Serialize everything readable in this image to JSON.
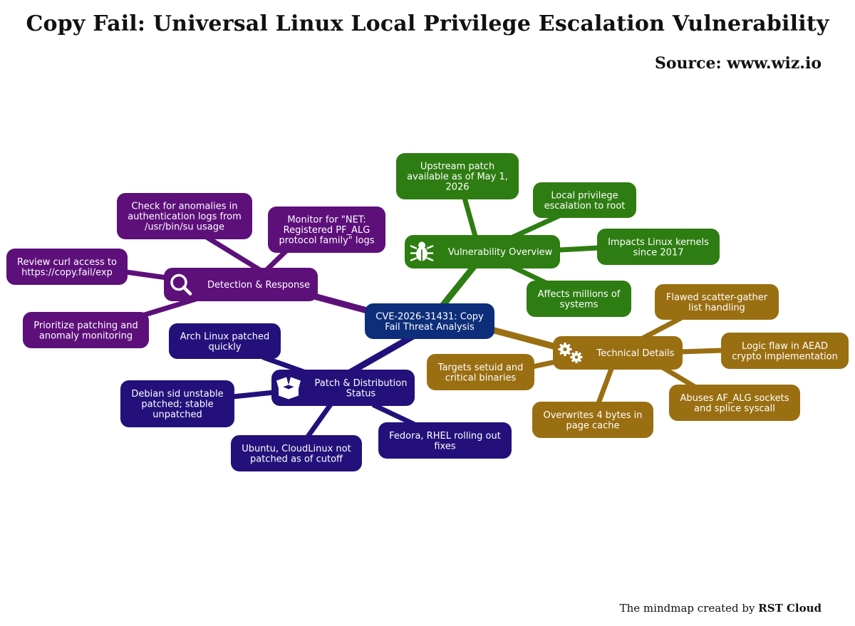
{
  "title": "Copy Fail: Universal Linux Local Privilege Escalation Vulnerability",
  "source": "Source: www.wiz.io",
  "credit": {
    "prefix": "The mindmap created by",
    "brand": "RST Cloud"
  },
  "colors": {
    "center": "#0d2e7a",
    "vulnerability": "#2e7d12",
    "technical": "#9a6f12",
    "patch": "#23107a",
    "detection": "#5d107a"
  },
  "mindmap": {
    "center": {
      "id": "center",
      "lines": [
        "CVE-2026-31431: Copy",
        "Fail Threat Analysis"
      ]
    },
    "branches": [
      {
        "id": "vulnerability",
        "icon": "bug-icon",
        "lines": [
          "Vulnerability Overview"
        ],
        "children": [
          {
            "id": "v1",
            "lines": [
              "Upstream patch",
              "available as of May 1,",
              "2026"
            ]
          },
          {
            "id": "v2",
            "lines": [
              "Local privilege",
              "escalation to root"
            ]
          },
          {
            "id": "v3",
            "lines": [
              "Impacts Linux kernels",
              "since 2017"
            ]
          },
          {
            "id": "v4",
            "lines": [
              "Affects millions of",
              "systems"
            ]
          }
        ]
      },
      {
        "id": "technical",
        "icon": "gears-icon",
        "lines": [
          "Technical Details"
        ],
        "children": [
          {
            "id": "t1",
            "lines": [
              "Flawed scatter-gather",
              "list handling"
            ]
          },
          {
            "id": "t2",
            "lines": [
              "Logic flaw in AEAD",
              "crypto implementation"
            ]
          },
          {
            "id": "t3",
            "lines": [
              "Abuses AF_ALG sockets",
              "and splice syscall"
            ]
          },
          {
            "id": "t4",
            "lines": [
              "Overwrites 4 bytes in",
              "page cache"
            ]
          },
          {
            "id": "t5",
            "lines": [
              "Targets setuid and",
              "critical binaries"
            ]
          }
        ]
      },
      {
        "id": "patch",
        "icon": "box-icon",
        "lines": [
          "Patch & Distribution",
          "Status"
        ],
        "children": [
          {
            "id": "p1",
            "lines": [
              "Arch Linux patched",
              "quickly"
            ]
          },
          {
            "id": "p2",
            "lines": [
              "Debian sid unstable",
              "patched; stable",
              "unpatched"
            ]
          },
          {
            "id": "p3",
            "lines": [
              "Ubuntu, CloudLinux not",
              "patched as of cutoff"
            ]
          },
          {
            "id": "p4",
            "lines": [
              "Fedora, RHEL rolling out",
              "fixes"
            ]
          }
        ]
      },
      {
        "id": "detection",
        "icon": "search-icon",
        "lines": [
          "Detection & Response"
        ],
        "children": [
          {
            "id": "d1",
            "lines": [
              "Check for anomalies in",
              "authentication logs from",
              "/usr/bin/su usage"
            ]
          },
          {
            "id": "d2",
            "lines": [
              "Monitor for \"NET:",
              "Registered PF_ALG",
              "protocol family\" logs"
            ]
          },
          {
            "id": "d3",
            "lines": [
              "Review curl access to",
              "https://copy.fail/exp"
            ]
          },
          {
            "id": "d4",
            "lines": [
              "Prioritize patching and",
              "anomaly monitoring"
            ]
          }
        ]
      }
    ]
  }
}
